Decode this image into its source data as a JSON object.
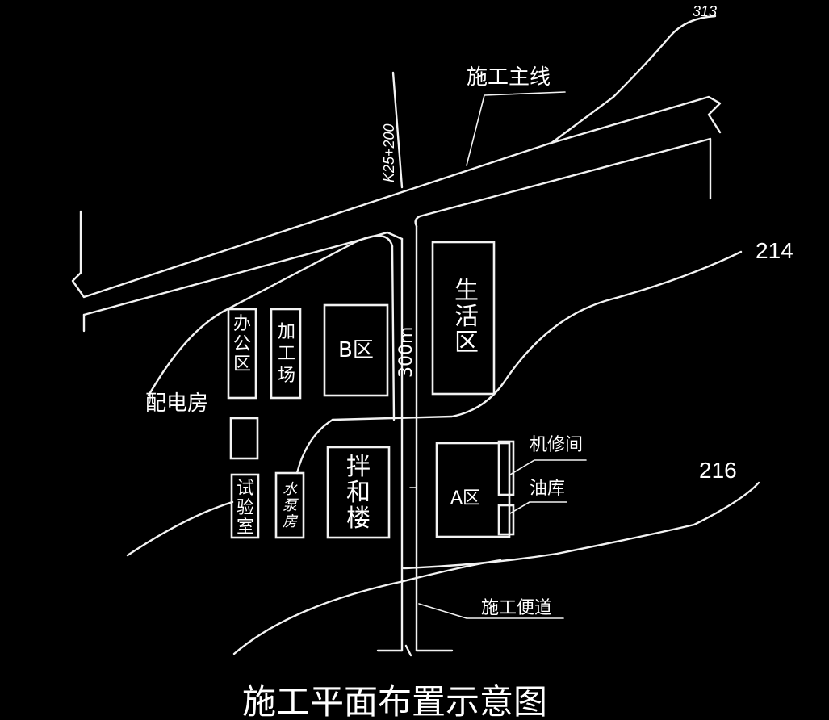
{
  "title": "施工平面布置示意图",
  "labels": {
    "main_line": "施工主线",
    "station": "K25+200",
    "road_number": "313",
    "marker_214": "214",
    "marker_216": "216",
    "distance": "300m",
    "access_road": "施工便道",
    "power_room": "配电房",
    "repair_shop": "机修间",
    "oil_depot": "油库"
  },
  "zones": {
    "office": "办公区",
    "processing": "加工场",
    "zone_b": "B区",
    "living": "生活区",
    "test_room": "试验室",
    "pump_room": "水泵房",
    "mixing": "拌和楼",
    "zone_a": "A区"
  },
  "colors": {
    "background": "#000000",
    "line": "#f2f2f2"
  }
}
